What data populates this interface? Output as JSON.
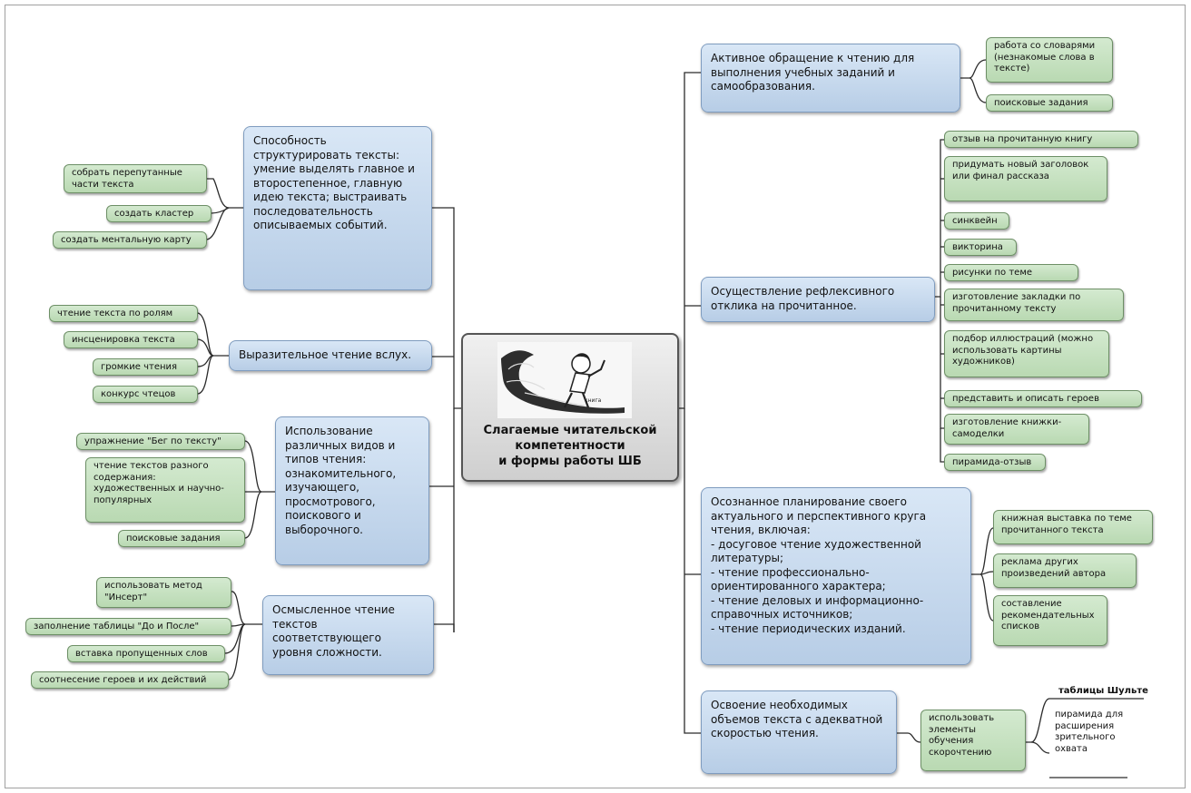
{
  "center": {
    "title_lines": [
      "Слагаемые читательской",
      "компетентности",
      "и формы работы ШБ"
    ],
    "illustration_caption": "книга"
  },
  "left": {
    "structuring": {
      "text": "Способность структурировать тексты: умение выделять главное и второстепенное, главную идею текста; выстраивать последовательность описываемых событий.",
      "items": [
        "собрать перепутанные части текста",
        "создать кластер",
        "создать ментальную карту"
      ]
    },
    "expressive": {
      "text": "Выразительное чтение вслух.",
      "items": [
        "чтение текста по ролям",
        "инсценировка текста",
        "громкие чтения",
        "конкурс чтецов"
      ]
    },
    "reading_types": {
      "text": "Использование различных видов и типов чтения: ознакомительного, изучающего, просмотрового, поискового и выборочного.",
      "items": [
        "упражнение \"Бег по тексту\"",
        "чтение текстов разного содержания: художественных и научно-популярных",
        "поисковые задания"
      ]
    },
    "meaningful": {
      "text": "Осмысленное чтение текстов соответствующего уровня сложности.",
      "items": [
        "использовать метод \"Инсерт\"",
        "заполнение таблицы \"До и После\"",
        "вставка пропущенных слов",
        "соотнесение героев и их действий"
      ]
    }
  },
  "right": {
    "active": {
      "text": "Активное обращение к чтению для выполнения учебных заданий и самообразования.",
      "items": [
        "работа со словарями (незнакомые слова в тексте)",
        "поисковые задания"
      ]
    },
    "reflexive": {
      "text": "Осуществление рефлексивного отклика на прочитанное.",
      "items": [
        "отзыв на прочитанную книгу",
        "придумать новый заголовок или финал рассказа",
        "синквейн",
        "викторина",
        "рисунки по теме",
        "изготовление закладки по прочитанному тексту",
        "подбор иллюстраций (можно использовать картины художников)",
        "представить и описать героев",
        "изготовление книжки-самоделки",
        "пирамида-отзыв"
      ]
    },
    "planning": {
      "text": "Осознанное планирование своего актуального и перспективного круга чтения, включая:\n- досуговое чтение художественной литературы;\n- чтение профессионально-ориентированного характера;\n- чтение деловых и информационно-справочных источников;\n- чтение периодических изданий.",
      "items": [
        "книжная выставка по теме прочитанного текста",
        "реклама других произведений автора",
        "составление рекомендательных списков"
      ]
    },
    "speed": {
      "text": "Освоение необходимых объемов текста с адекватной скоростью чтения.",
      "sub": "использовать элементы обучения скорочтению",
      "items": [
        "таблицы Шульте",
        "пирамида для расширения зрительного охвата"
      ]
    }
  }
}
